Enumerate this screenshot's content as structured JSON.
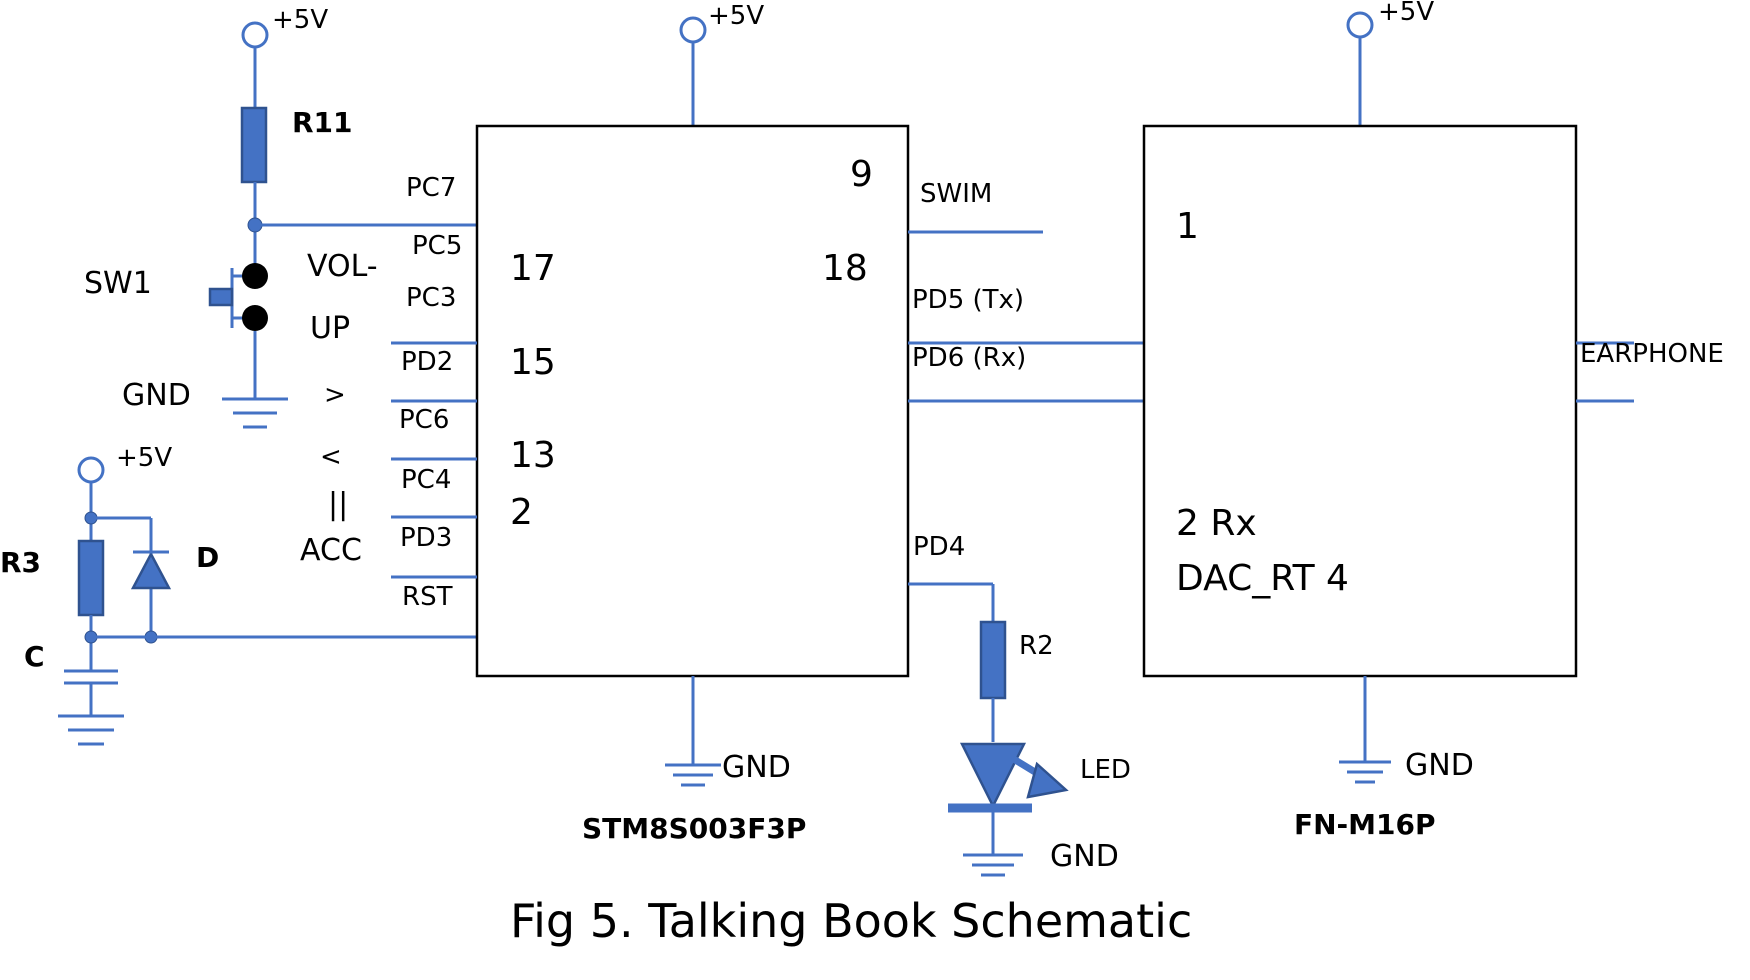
{
  "caption": "Fig 5. Talking Book Schematic",
  "colors": {
    "wire": "#4472c4",
    "outline": "#000000",
    "background": "#ffffff"
  },
  "power": {
    "r11_supply": "+5V",
    "mcu_supply": "+5V",
    "player_supply": "+5V",
    "reset_supply": "+5V"
  },
  "components": {
    "r11": "R11",
    "r3": "R3",
    "d": "D",
    "c": "C",
    "sw1": "SW1",
    "r2": "R2",
    "led": "LED"
  },
  "grounds": {
    "switch_gnd": "GND",
    "mcu_gnd": "GND",
    "led_gnd": "GND",
    "player_gnd": "GND"
  },
  "buttons": {
    "vol_minus": "VOL-",
    "up": "UP",
    "next": ">",
    "prev": "<",
    "pause": "||",
    "acc": "ACC"
  },
  "mcu": {
    "name": "STM8S003F3P",
    "left_pins": [
      "PC7",
      "PC5",
      "PC3",
      "PD2",
      "PC6",
      "PC4",
      "PD3",
      "RST"
    ],
    "inner_left_numbers": [
      "17",
      "15",
      "13",
      "2"
    ],
    "inner_right_numbers": [
      "9",
      "18"
    ],
    "right_pins": [
      "SWIM",
      "PD5 (Tx)",
      "PD6 (Rx)",
      "PD4"
    ]
  },
  "player": {
    "name": "FN-M16P",
    "pin1": "1",
    "pin2": "2 Rx",
    "dac": "DAC_RT 4",
    "output": "EARPHONE"
  }
}
